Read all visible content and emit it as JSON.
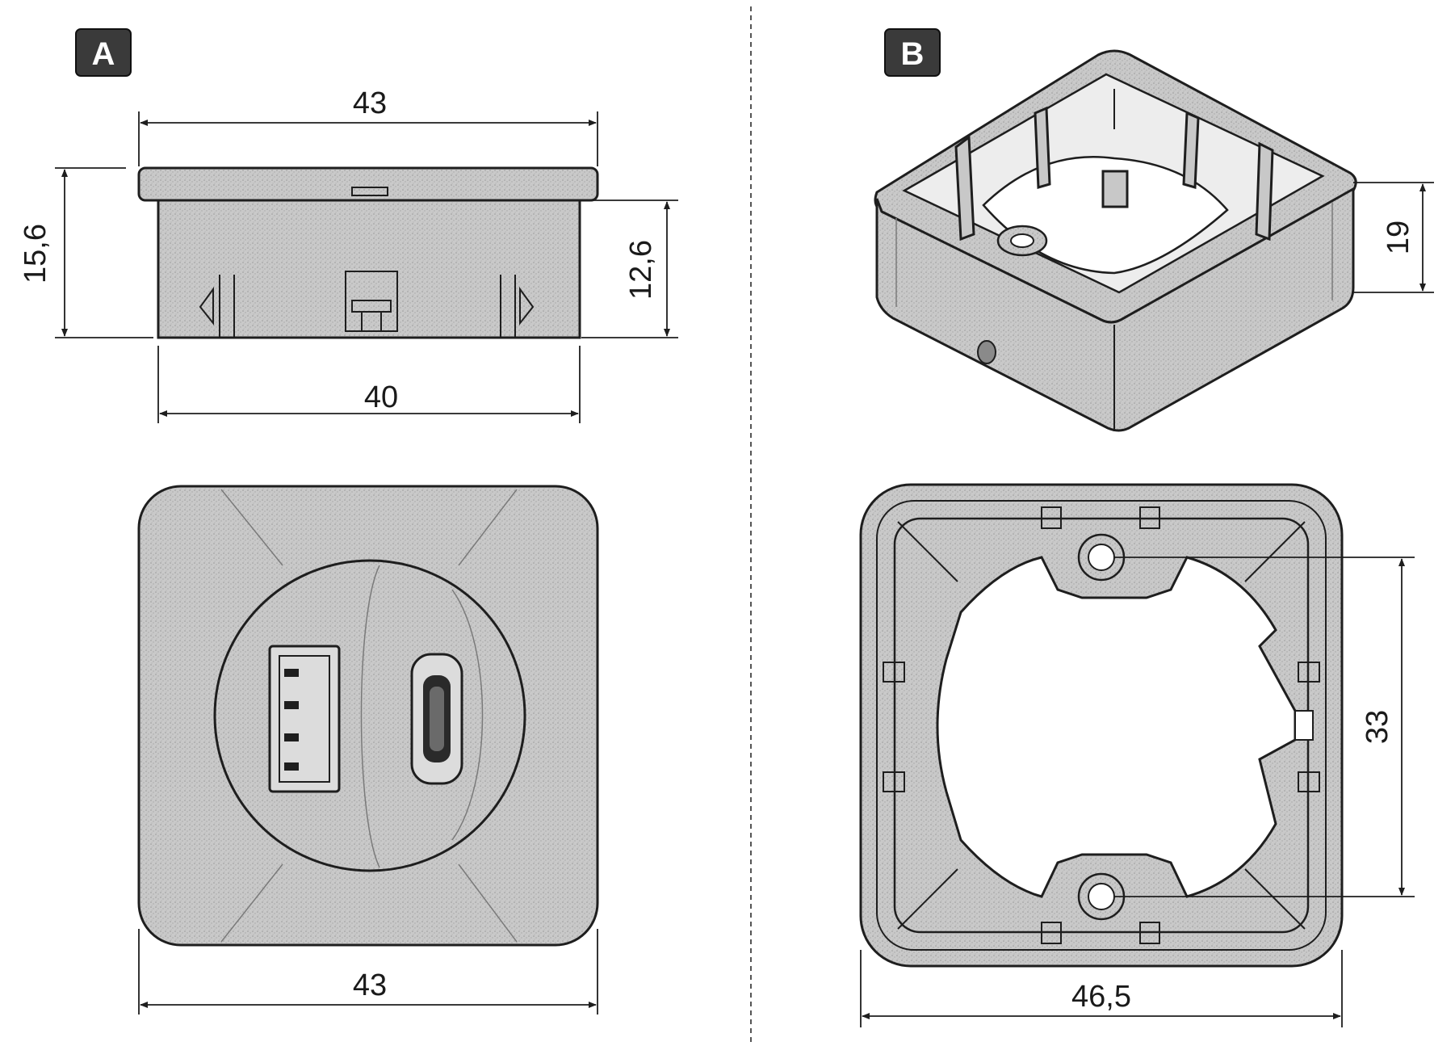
{
  "labels": {
    "panel_a": "A",
    "panel_b": "B"
  },
  "dimensions": {
    "a_top_width": "43",
    "a_height_total": "15,6",
    "a_height_body": "12,6",
    "a_body_width": "40",
    "a_front_width": "43",
    "b_height": "19",
    "b_hole_spacing": "33",
    "b_width": "46,5"
  },
  "colors": {
    "material": "#c8c8c8",
    "outline": "#1e1e1e",
    "badge": "#3a3a3a",
    "background": "#ffffff"
  }
}
